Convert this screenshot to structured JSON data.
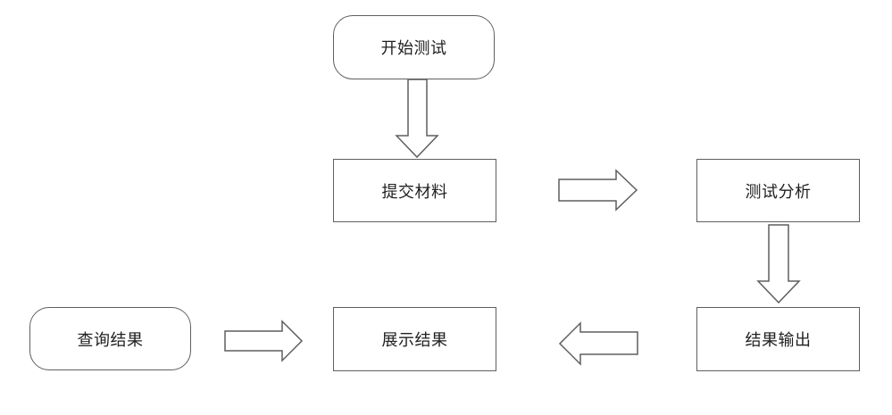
{
  "nodes": {
    "start_test": "开始测试",
    "submit_material": "提交材料",
    "test_analysis": "测试分析",
    "result_output": "结果输出",
    "show_result": "展示结果",
    "query_result": "查询结果"
  },
  "colors": {
    "stroke": "#5f5f5f",
    "text": "#1f1f1f",
    "background": "#ffffff"
  }
}
